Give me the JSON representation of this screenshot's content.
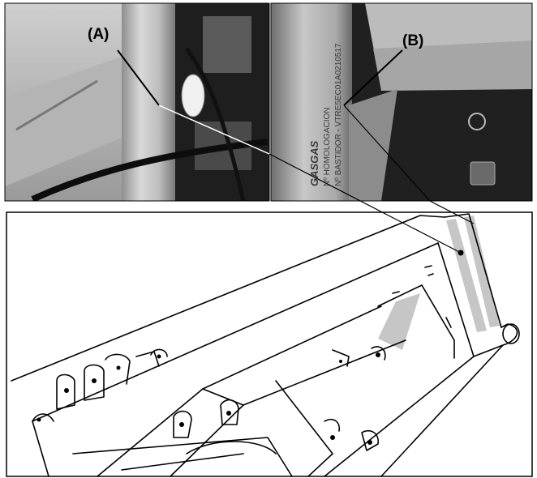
{
  "labels": {
    "a": "(A)",
    "b": "(B)"
  },
  "stamped_text": {
    "line1": "GASGAS",
    "line2": "Nº HOMOLOGACION",
    "line3": "Nº BASTIDOR - VTRE5EC01A0210517"
  },
  "colors": {
    "marker_fill": "#c6c6c6",
    "photo_dark": "#1a1a1a",
    "photo_light": "#d6d6d6",
    "line": "#000000"
  }
}
